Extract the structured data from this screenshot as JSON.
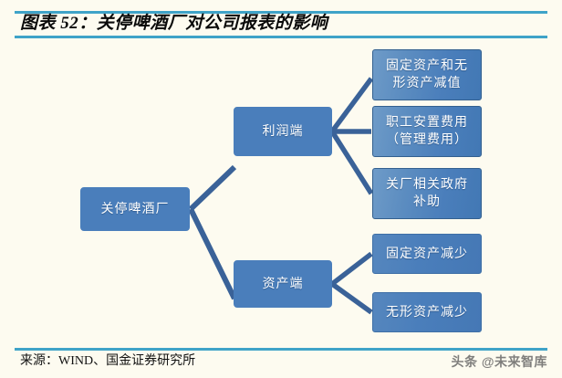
{
  "header": {
    "title": "图表 52：关停啤酒厂对公司报表的影响",
    "rule_color": "#3FA3C8"
  },
  "theme": {
    "background": "#FDFBF0",
    "node_fill": "#4A7EBB",
    "node_border": "#33608F",
    "connector_color": "#3A6298",
    "text_color": "#FFFFFF"
  },
  "diagram": {
    "type": "tree",
    "root": {
      "label": "关停啤酒厂"
    },
    "branches": [
      {
        "label": "利润端",
        "children": [
          {
            "label": "固定资产和无形资产减值"
          },
          {
            "label": "职工安置费用（管理费用）"
          },
          {
            "label": "关厂相关政府补助"
          }
        ]
      },
      {
        "label": "资产端",
        "children": [
          {
            "label": "固定资产减少"
          },
          {
            "label": "无形资产减少"
          }
        ]
      }
    ],
    "nodes": {
      "root": "关停啤酒厂",
      "profit_side": "利润端",
      "asset_side": "资产端",
      "leaf_1_line1": "固定资产和无",
      "leaf_1_line2": "形资产减值",
      "leaf_2_line1": "职工安置费用",
      "leaf_2_line2": "（管理费用）",
      "leaf_3_line1": "关厂相关政府",
      "leaf_3_line2": "补助",
      "leaf_4": "固定资产减少",
      "leaf_5": "无形资产减少"
    }
  },
  "footer": {
    "source": "来源：WIND、国金证券研究所",
    "watermark": "头条 @未来智库"
  }
}
